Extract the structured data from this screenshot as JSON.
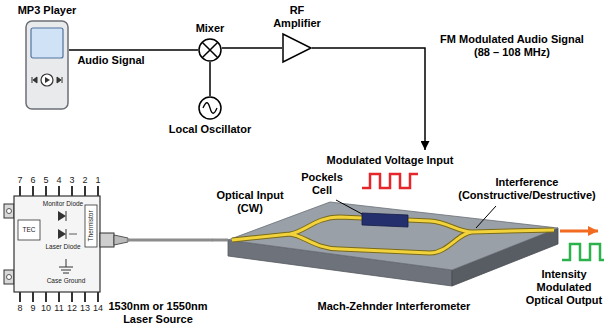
{
  "diagram": {
    "nodes": [
      {
        "text": [
          "MP3 Player"
        ]
      },
      {
        "text": [
          "Mixer"
        ]
      },
      {
        "text": [
          "Local Oscillator"
        ]
      },
      {
        "text": [
          "RF Amplifier"
        ]
      },
      {
        "text": [
          "1530nm or 1550nm Laser Source"
        ]
      },
      {
        "text": [
          "Mach-Zehnder Interferometer"
        ]
      }
    ],
    "edges": [
      {
        "from": 0,
        "to": 1,
        "arrow": "none"
      },
      {
        "from": 2,
        "to": 1,
        "arrow": "none"
      },
      {
        "from": 1,
        "to": 3,
        "arrow": "none"
      },
      {
        "from": 3,
        "to": 5,
        "arrow": "to"
      },
      {
        "from": 4,
        "to": 5,
        "arrow": "none"
      }
    ],
    "labels": [
      "Audio Signal",
      "FM Modulated Audio Signal (88 – 108 MHz)",
      "7",
      "6",
      "5",
      "4",
      "3",
      "2",
      "1",
      "8",
      "9",
      "10",
      "11",
      "12",
      "13",
      "14",
      "TEC",
      "Monitor Diode",
      "Laser Diode",
      "Case Ground",
      "Thermistor",
      "Optical Input (CW)",
      "Pockels Cell",
      "Modulated Voltage Input",
      "Interference (Constructive/Destructive)",
      "Intensity Modulated Optical Output"
    ]
  }
}
